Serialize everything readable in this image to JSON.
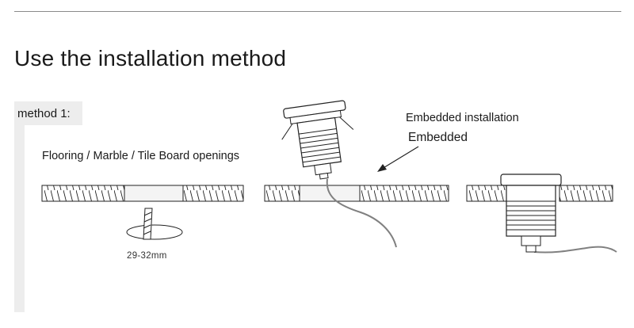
{
  "page": {
    "title": "Use the installation method",
    "method_label": "method 1:"
  },
  "diagram": {
    "opening_label": "Flooring / Marble / Tile Board openings",
    "embedded_title": "Embedded installation",
    "embedded_subtitle": "Embedded",
    "hole_diameter": "29-32mm"
  },
  "colors": {
    "text": "#1a1a1a",
    "line": "#222222",
    "accent_panel": "#ededed",
    "cable": "#808080"
  },
  "icons": [
    "drill-bit-icon",
    "light-fixture-icon",
    "arrow-icon"
  ]
}
